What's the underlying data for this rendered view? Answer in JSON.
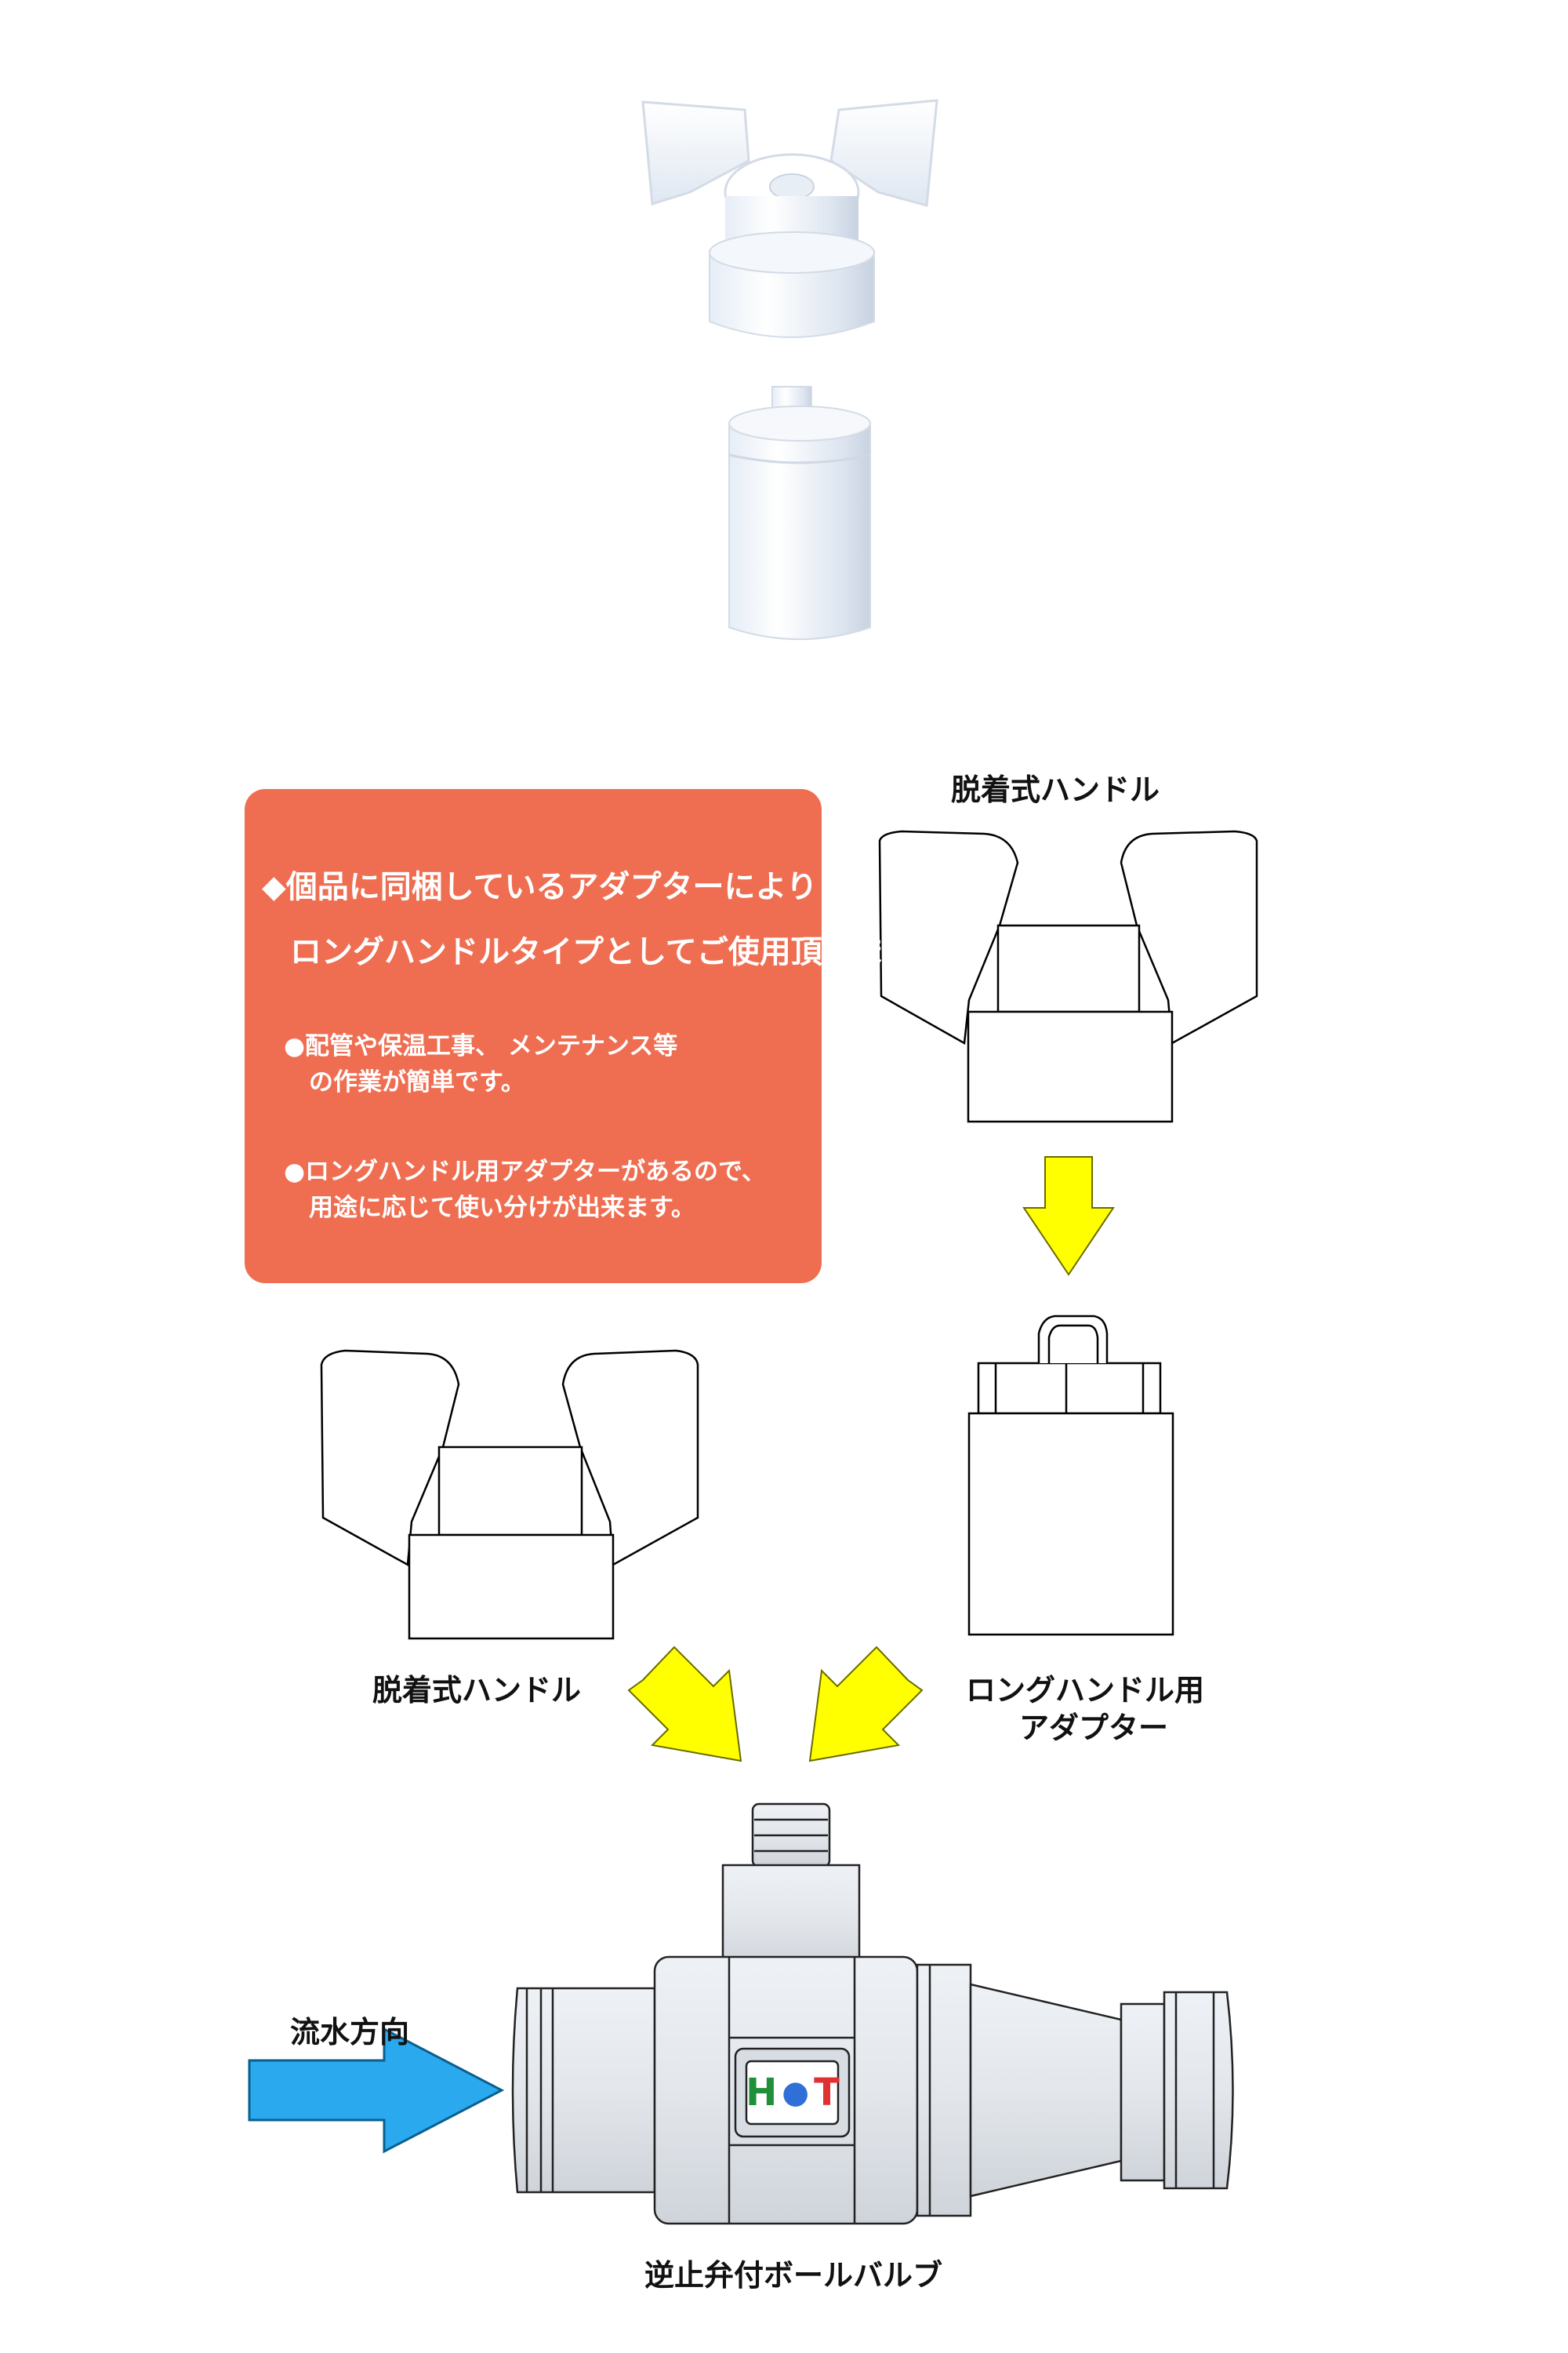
{
  "panel": {
    "heading_line1": "◆個品に同梱しているアダプターにより",
    "heading_line2": "ロングハンドルタイプとしてご使用頂けます。",
    "point1_line1": "●配管や保温工事、 メンテナンス等",
    "point1_line2": "の作業が簡単です。",
    "point2_line1": "●ロングハンドル用アダプターがあるので、",
    "point2_line2": "用途に応じて使い分けが出来ます。"
  },
  "labels": {
    "top_handle": "脱着式ハンドル",
    "left_handle": "脱着式ハンドル",
    "adapter_line1": "ロングハンドル用",
    "adapter_line2": "アダプター",
    "flow": "流水方向",
    "valve": "逆止弁付ボールバルブ"
  },
  "logo": {
    "letters": [
      "H",
      "●",
      "T"
    ],
    "colors": [
      "#1f8f3a",
      "#2f6fd8",
      "#e03030"
    ]
  },
  "colors": {
    "panel": "#ef6e52",
    "arrow_yellow": "#ffff00",
    "flow_arrow": "#2aa9ee"
  }
}
